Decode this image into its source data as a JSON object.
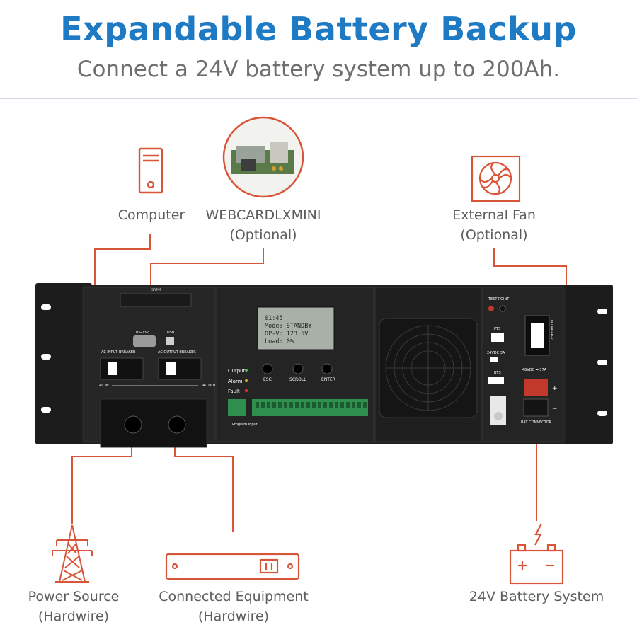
{
  "header": {
    "title": "Expandable Battery Backup",
    "subtitle": "Connect a 24V battery system up to 200Ah."
  },
  "labels": {
    "computer": "Computer",
    "webcard": "WEBCARDLXMINI",
    "webcard_note": "(Optional)",
    "fan": "External Fan",
    "fan_note": "(Optional)",
    "power": "Power Source",
    "power_note": "(Hardwire)",
    "equipment": "Connected Equipment",
    "equipment_note": "(Hardwire)",
    "battery": "24V Battery System"
  },
  "panel": {
    "lcd": [
      "01:45",
      "Mode: STANDBY",
      "OP-V: 123.5V",
      "Load: 0%"
    ],
    "snmp": "SNMP",
    "rs232": "RS-232",
    "usb": "USB",
    "ac_input_breaker": "AC INPUT BREAKER",
    "ac_output_breaker": "AC OUTPUT BREAKER",
    "ac_in": "AC IN",
    "ac_out": "AC OUT",
    "output": "Output",
    "alarm": "Alarm",
    "fault": "Fault",
    "esc": "ESC",
    "scroll": "SCROLL",
    "enter": "ENTER",
    "program_input": "Program Input",
    "test_point": "TEST POINT",
    "pts": "PTS",
    "fan_rating": "24VDC 3A",
    "bts": "BTS",
    "bat_breaker": "BAT BREAKER",
    "bat_connector": "BAT CONNECTOR",
    "dc_rating": "48VDC ⎓ 37A"
  },
  "colors": {
    "title": "#1f7ac4",
    "accent": "#d8553a",
    "text": "#5d5d5d",
    "chassis": "#1c1c1c"
  }
}
